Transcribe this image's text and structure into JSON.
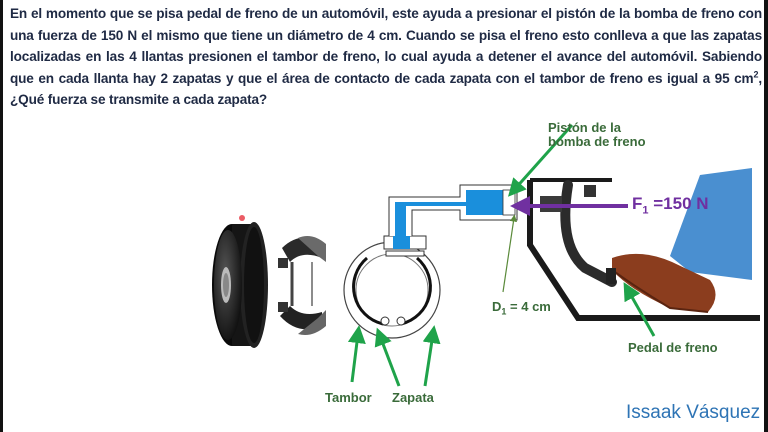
{
  "problem": {
    "text_part1": "En el momento que se pisa pedal de freno de un automóvil, este ayuda a presionar el pistón de la bomba de freno con una fuerza de 150 N el mismo que tiene un diámetro de 4 cm. Cuando se pisa el freno esto conlleva a que las zapatas localizadas en las 4 llantas presionen el tambor de freno, lo cual ayuda a detener el avance del automóvil. Sabiendo que en cada llanta hay 2 zapatas y que el área de contacto de cada zapata con el tambor de freno es igual a 95 cm",
    "superscript": "2",
    "text_part2": ", ¿Qué fuerza se transmite a cada zapata?"
  },
  "labels": {
    "piston_line1": "Pistón de la",
    "piston_line2": "bomba de freno",
    "force_symbol": "F",
    "force_subscript": "1",
    "force_value": "=150 N",
    "diameter_symbol": "D",
    "diameter_subscript": "1",
    "diameter_value": " = 4 cm",
    "pedal": "Pedal de freno",
    "tambor": "Tambor",
    "zapata": "Zapata"
  },
  "author": "Issaak Vásquez",
  "colors": {
    "text": "#1f2a44",
    "label_green": "#3a6b3a",
    "arrow_green": "#1fa34a",
    "force_purple": "#7030a0",
    "fluid_blue": "#1a8fdc",
    "author_blue": "#2e74b5",
    "boot_brown": "#8b3d1e",
    "jeans_blue": "#4a8fd0"
  }
}
